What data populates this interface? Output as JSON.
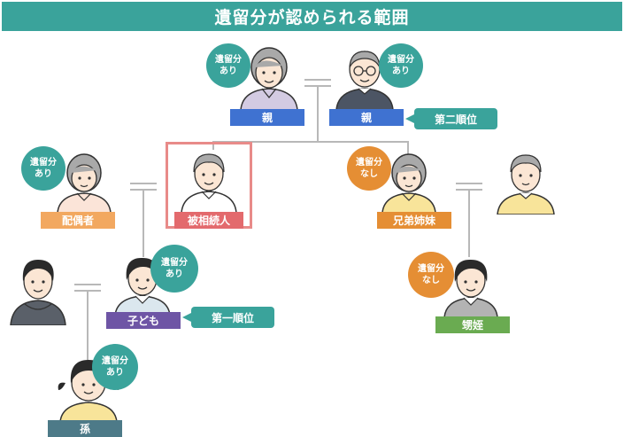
{
  "title": "遺留分が認められる範囲",
  "colors": {
    "teal": "#3aa39b",
    "orange": "#e58e34",
    "parent_label": "#3f72d1",
    "spouse_label": "#f2a860",
    "deceased_label": "#e36a6d",
    "sibling_label": "#e58e34",
    "child_label": "#6e55a5",
    "grandchild_label": "#4d7a88",
    "nephew_label": "#6aab51",
    "line": "#b8b8b8"
  },
  "people": {
    "parent_mother": {
      "label": "親",
      "badge_line1": "遺留分",
      "badge_line2": "あり"
    },
    "parent_father": {
      "label": "親",
      "badge_line1": "遺留分",
      "badge_line2": "あり"
    },
    "spouse": {
      "label": "配偶者",
      "badge_line1": "遺留分",
      "badge_line2": "あり"
    },
    "deceased": {
      "label": "被相続人"
    },
    "sibling": {
      "label": "兄弟姉妹",
      "badge_line1": "遺留分",
      "badge_line2": "なし"
    },
    "child": {
      "label": "子ども",
      "badge_line1": "遺留分",
      "badge_line2": "あり"
    },
    "grandchild": {
      "label": "孫",
      "badge_line1": "遺留分",
      "badge_line2": "あり"
    },
    "nephew": {
      "label": "甥姪",
      "badge_line1": "遺留分",
      "badge_line2": "なし"
    }
  },
  "ranks": {
    "second": "第二順位",
    "first": "第一順位"
  }
}
